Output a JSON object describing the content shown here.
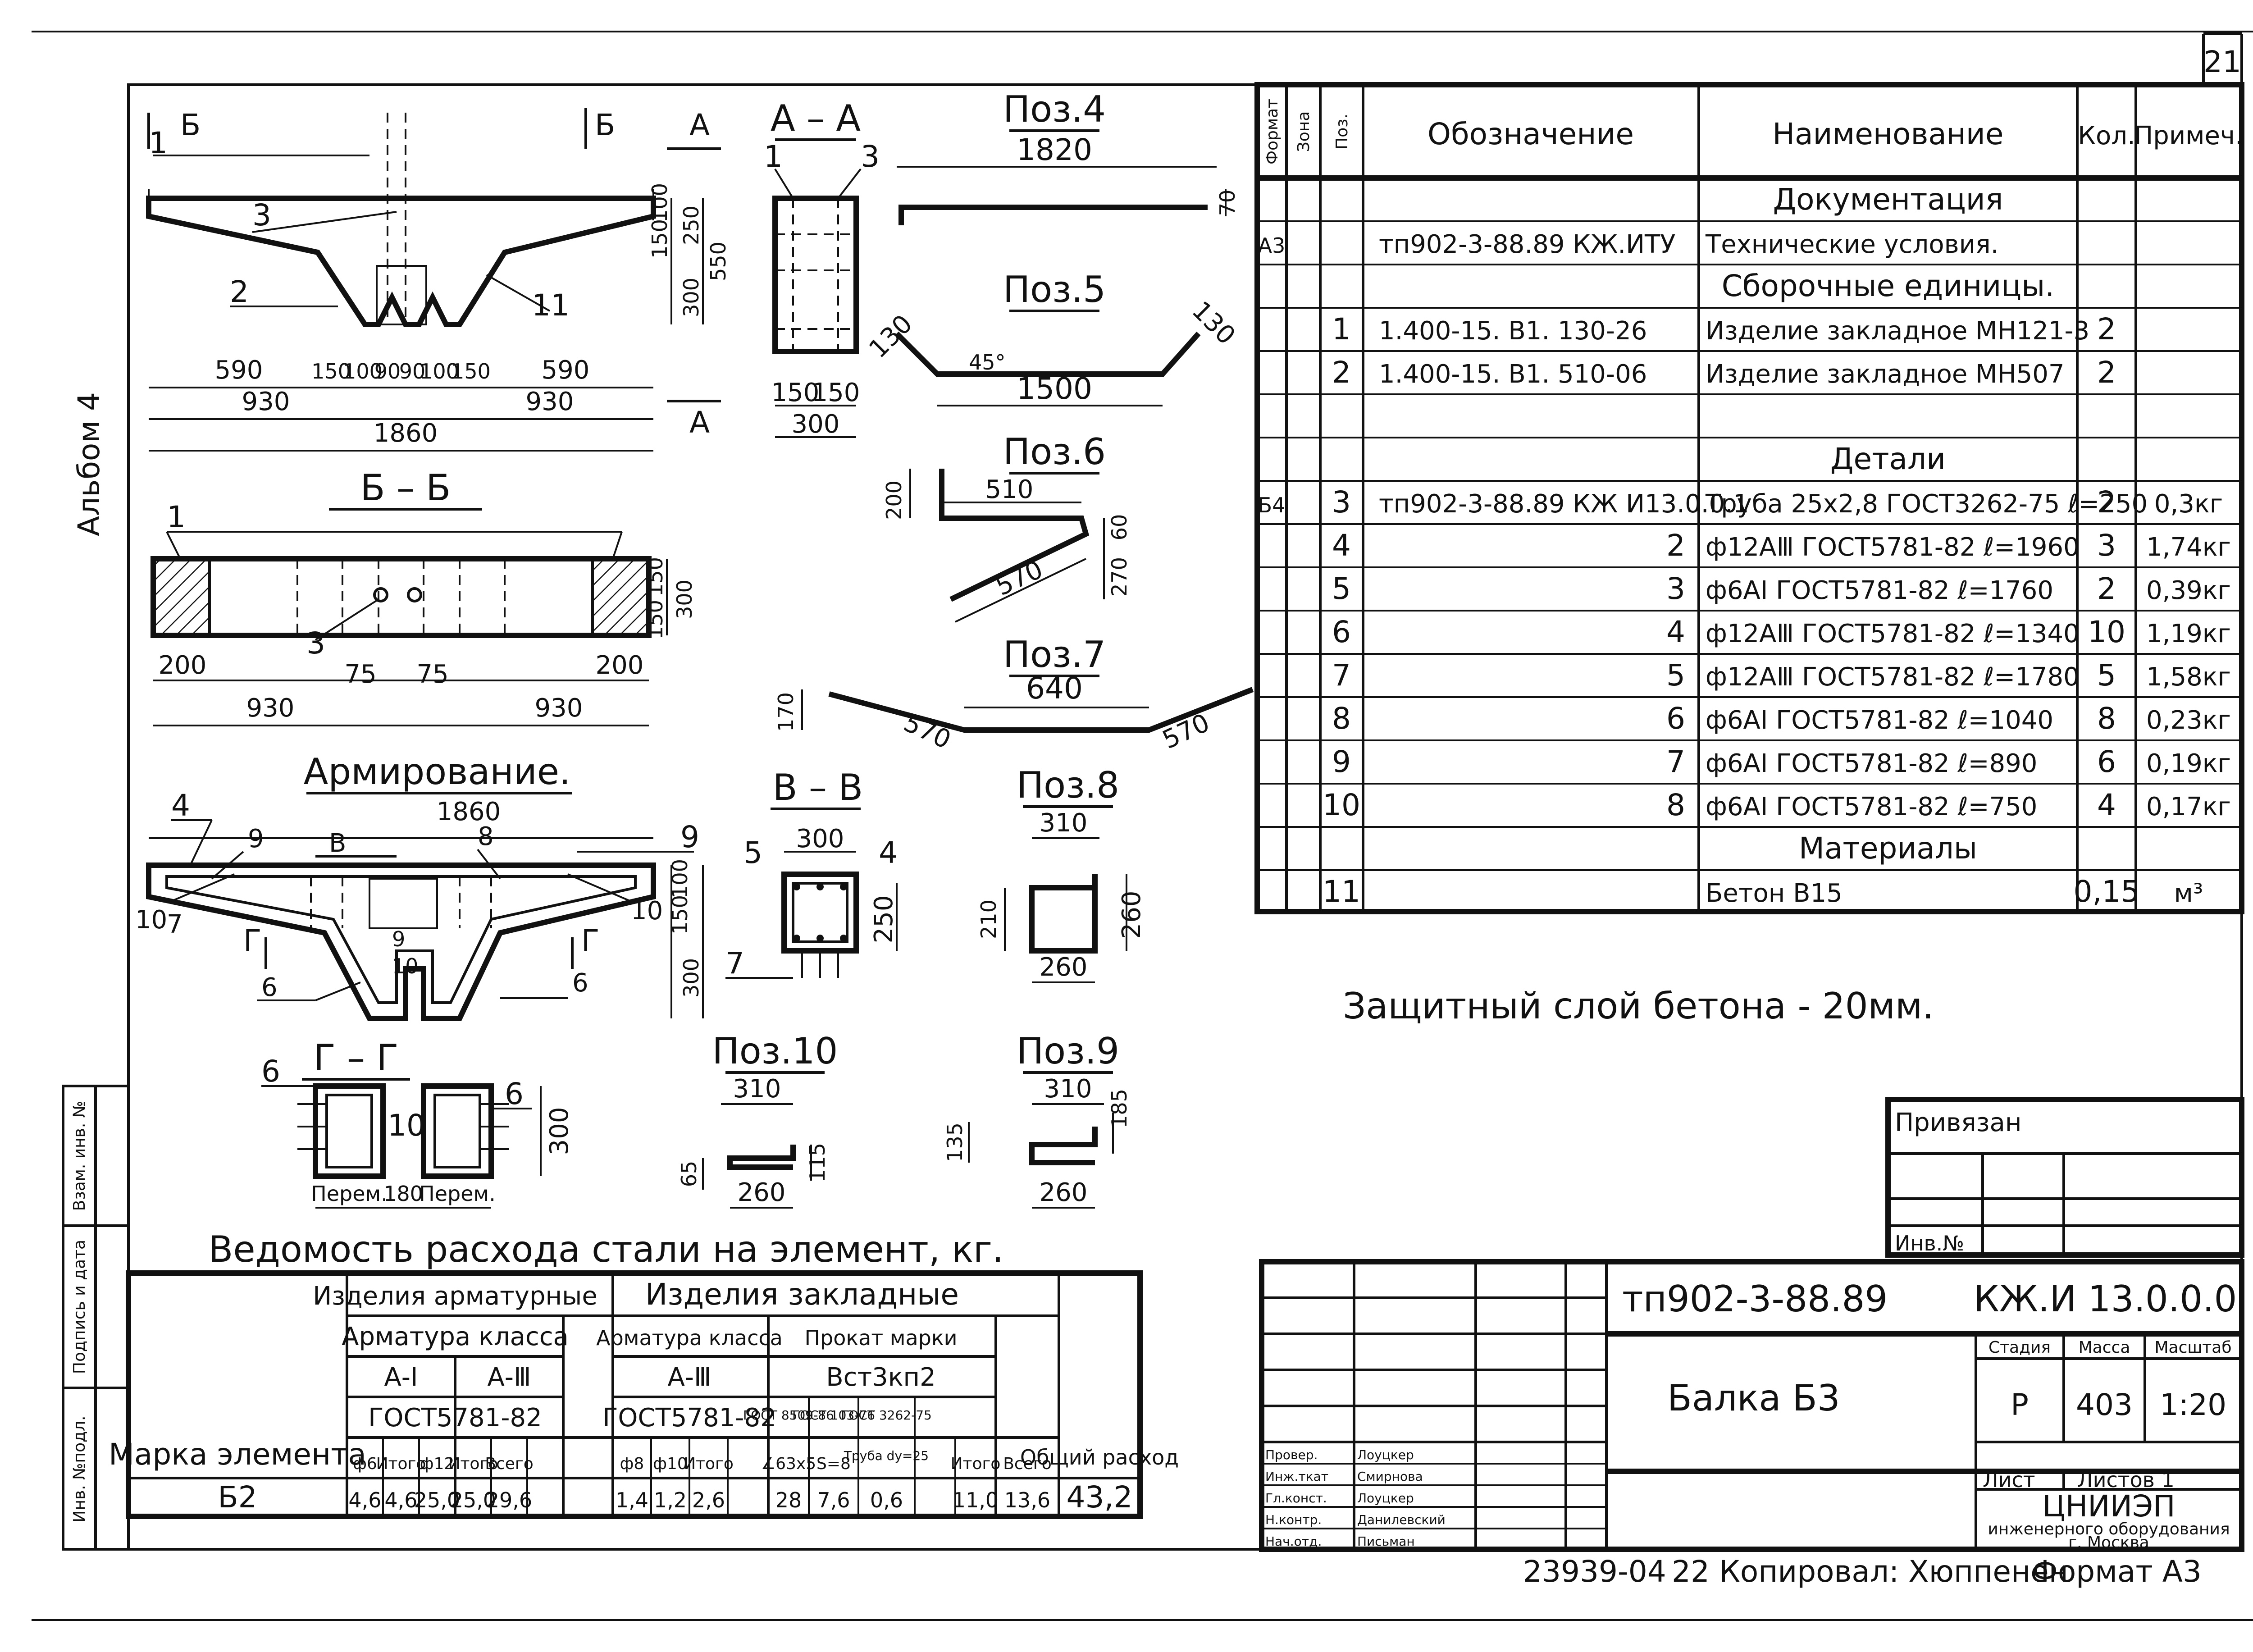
{
  "sheet": {
    "page_number": "21",
    "album": "Альбом 4",
    "side_labels": [
      "Инв. №подл.",
      "Подпись и дата",
      "Взам. инв. №",
      "Инв. №"
    ]
  },
  "views": {
    "main": {
      "section_marks": [
        "Б",
        "Б",
        "А",
        "А"
      ],
      "labels": [
        "1",
        "3",
        "2",
        "11"
      ],
      "dims_bottom": [
        "590",
        "150",
        "100",
        "90",
        "90",
        "100",
        "150",
        "590"
      ],
      "dims_half": [
        "930",
        "930"
      ],
      "dim_total": "1860",
      "dims_right": [
        "150",
        "100",
        "250",
        "300",
        "550"
      ]
    },
    "aa": {
      "title": "А – А",
      "labels": [
        "1",
        "3"
      ],
      "dims": [
        "150",
        "150",
        "300"
      ]
    },
    "bb": {
      "title": "Б – Б",
      "labels": [
        "1",
        "3"
      ],
      "dims": [
        "200",
        "75",
        "75",
        "200",
        "930",
        "930",
        "150",
        "150",
        "300"
      ]
    },
    "arm": {
      "title": "Армирование.",
      "dim_total": "1860",
      "labels": [
        "4",
        "9",
        "В",
        "8",
        "9",
        "10",
        "7",
        "10",
        "Г",
        "Г",
        "9",
        "10",
        "6",
        "6"
      ],
      "dims_right": [
        "150",
        "100",
        "300"
      ]
    },
    "vv": {
      "title": "В – В",
      "labels": [
        "5",
        "4",
        "7"
      ],
      "dims": [
        "300",
        "250"
      ]
    },
    "gg": {
      "title": "Г – Г",
      "labels": [
        "6",
        "10",
        "6"
      ],
      "dims": [
        "Перем.",
        "180",
        "Перем.",
        "300"
      ]
    },
    "pos4": {
      "title": "Поз.4",
      "dims": [
        "1820",
        "70"
      ]
    },
    "pos5": {
      "title": "Поз.5",
      "dims": [
        "130",
        "45°",
        "1500",
        "130"
      ]
    },
    "pos6": {
      "title": "Поз.6",
      "dims": [
        "510",
        "200",
        "60",
        "570",
        "270"
      ]
    },
    "pos7": {
      "title": "Поз.7",
      "dims": [
        "640",
        "170",
        "570",
        "570"
      ]
    },
    "pos8": {
      "title": "Поз.8",
      "dims": [
        "310",
        "210",
        "260",
        "260"
      ]
    },
    "pos9": {
      "title": "Поз.9",
      "dims": [
        "310",
        "135",
        "185",
        "260"
      ]
    },
    "pos10": {
      "title": "Поз.10",
      "dims": [
        "310",
        "65",
        "115",
        "260"
      ]
    }
  },
  "spec": {
    "headers": [
      "Формат",
      "Зона",
      "Поз.",
      "Обозначение",
      "Наименование",
      "Кол.",
      "Примеч."
    ],
    "rows": [
      {
        "fmt": "",
        "zone": "",
        "pos": "",
        "des": "",
        "name": "Документация",
        "qty": "",
        "note": "",
        "section": true
      },
      {
        "fmt": "А3",
        "zone": "",
        "pos": "",
        "des": "тп902-3-88.89 КЖ.ИТУ",
        "name": "Технические условия.",
        "qty": "",
        "note": ""
      },
      {
        "fmt": "",
        "zone": "",
        "pos": "",
        "des": "",
        "name": "Сборочные единицы.",
        "qty": "",
        "note": "",
        "section": true
      },
      {
        "fmt": "",
        "zone": "",
        "pos": "1",
        "des": "1.400-15. В1. 130-26",
        "name": "Изделие закладное МН121-3",
        "qty": "2",
        "note": ""
      },
      {
        "fmt": "",
        "zone": "",
        "pos": "2",
        "des": "1.400-15. В1. 510-06",
        "name": "Изделие закладное МН507",
        "qty": "2",
        "note": ""
      },
      {
        "fmt": "",
        "zone": "",
        "pos": "",
        "des": "",
        "name": "",
        "qty": "",
        "note": ""
      },
      {
        "fmt": "",
        "zone": "",
        "pos": "",
        "des": "",
        "name": "Детали",
        "qty": "",
        "note": "",
        "section": true
      },
      {
        "fmt": "Б4",
        "zone": "",
        "pos": "3",
        "des": "тп902-3-88.89 КЖ И13.0.0.1",
        "name": "Труба 25х2,8 ГОСТ3262-75 ℓ=250",
        "qty": "2",
        "note": "0,3кг"
      },
      {
        "fmt": "",
        "zone": "",
        "pos": "4",
        "des": "2",
        "name": "ф12АⅢ ГОСТ5781-82 ℓ=1960",
        "qty": "3",
        "note": "1,74кг"
      },
      {
        "fmt": "",
        "zone": "",
        "pos": "5",
        "des": "3",
        "name": "ф6АI ГОСТ5781-82 ℓ=1760",
        "qty": "2",
        "note": "0,39кг"
      },
      {
        "fmt": "",
        "zone": "",
        "pos": "6",
        "des": "4",
        "name": "ф12АⅢ ГОСТ5781-82 ℓ=1340",
        "qty": "10",
        "note": "1,19кг"
      },
      {
        "fmt": "",
        "zone": "",
        "pos": "7",
        "des": "5",
        "name": "ф12АⅢ ГОСТ5781-82 ℓ=1780",
        "qty": "5",
        "note": "1,58кг"
      },
      {
        "fmt": "",
        "zone": "",
        "pos": "8",
        "des": "6",
        "name": "ф6АI ГОСТ5781-82 ℓ=1040",
        "qty": "8",
        "note": "0,23кг"
      },
      {
        "fmt": "",
        "zone": "",
        "pos": "9",
        "des": "7",
        "name": "ф6АI ГОСТ5781-82 ℓ=890",
        "qty": "6",
        "note": "0,19кг"
      },
      {
        "fmt": "",
        "zone": "",
        "pos": "10",
        "des": "8",
        "name": "ф6АI ГОСТ5781-82 ℓ=750",
        "qty": "4",
        "note": "0,17кг"
      },
      {
        "fmt": "",
        "zone": "",
        "pos": "",
        "des": "",
        "name": "Материалы",
        "qty": "",
        "note": "",
        "section": true
      },
      {
        "fmt": "",
        "zone": "",
        "pos": "11",
        "des": "",
        "name": "Бетон В15",
        "qty": "0,15",
        "note": "м³"
      }
    ]
  },
  "note": "Защитный слой бетона - 20мм.",
  "steel": {
    "title": "Ведомость расхода стали на элемент, кг.",
    "h_arm": "Изделия арматурные",
    "h_zak": "Изделия закладные",
    "h_arm_class": "Арматура класса",
    "h_zak_arm": "Арматура класса",
    "h_prokat": "Прокат марки",
    "h_ai": "А-I",
    "h_aiii": "А-Ⅲ",
    "h_zak_aiii": "А-Ⅲ",
    "h_vst": "Вст3кп2",
    "h_gost1": "ГОСТ5781-82",
    "h_gost2": "ГОСТ5781-82",
    "h_g8509": "ГОСТ 8509-86",
    "h_g103": "ГОСТ 103-76",
    "h_g3262": "ГОСТ 3262-75",
    "h_truba": "Труба dу=25",
    "h_mark": "Марка элемента",
    "h_total": "Общий расход",
    "cols": [
      "ф6",
      "Итого",
      "ф12",
      "Итого",
      "Всего",
      "ф8",
      "ф10",
      "Итого",
      "∠63х5",
      "S=8",
      "Итого",
      "Всего"
    ],
    "row": {
      "mark": "Б2",
      "values": [
        "4,6",
        "4,6",
        "25,0",
        "25,0",
        "29,6",
        "1,4",
        "1,2",
        "2,6",
        "28",
        "7,6",
        "0,6",
        "11,0",
        "13,6"
      ],
      "total": "43,2"
    }
  },
  "stamp": {
    "privyazan": "Привязан",
    "inv_no": "Инв.№",
    "code1": "тп902-3-88.89",
    "code2": "КЖ.И 13.0.0.0",
    "name": "Балка Б3",
    "h_stage": "Стадия",
    "h_mass": "Масса",
    "h_scale": "Масштаб",
    "stage": "Р",
    "mass": "403",
    "scale": "1:20",
    "sheet": "Лист",
    "sheets": "Листов 1",
    "org1": "ЦНИИЭП",
    "org2": "инженерного оборудования",
    "org3": "г. Москва",
    "roles": [
      "Провер.",
      "Инж.ткат",
      "Гл.конст.",
      "Н.контр.",
      "Нач.отд."
    ],
    "names": [
      "Лоуцкер",
      "Смирнова",
      "Лоуцкер",
      "Данилевский",
      "Письман"
    ]
  },
  "footer": {
    "number": "23939-04",
    "copy": "22 Копировал: Хюппенен",
    "format": "Формат А3"
  }
}
